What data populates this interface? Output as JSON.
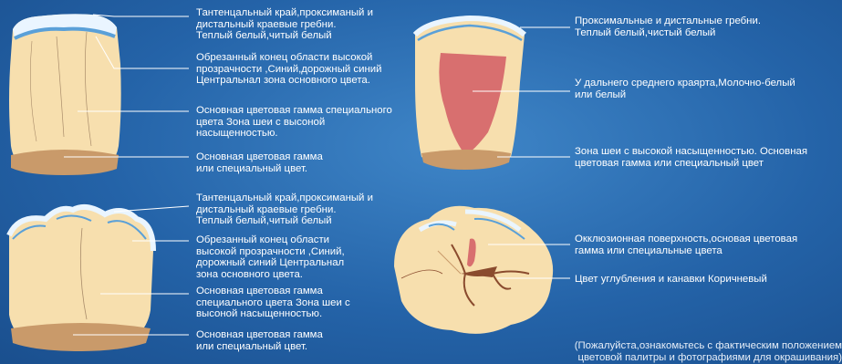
{
  "panel_tl": {
    "label_1": [
      "Тантенцальный край,проксиманый и",
      "дистальный краевые гребни.",
      "Теплый белый,читый белый"
    ],
    "label_2": [
      "Обрезанный конец области высокой",
      "прозрачности ,Синий,дорожный синий",
      "Центральнал зона основного цвета."
    ],
    "label_3": [
      "Основная цветовая гамма специального",
      "цвета Зона шеи с высоной",
      "насыщенностью."
    ],
    "label_4": [
      "Основная цветовая гамма",
      "или специальный цвет."
    ]
  },
  "panel_tr": {
    "label_1": [
      "Проксимальные и дистальные гребни.",
      "Теплый белый,чистый белый"
    ],
    "label_2": [
      "У дальнего среднего краярта,Молочно-белый",
      "или белый"
    ],
    "label_3": [
      "Зона шеи с высокой насыщенностью. Основная",
      "цветовая гамма или специальный цвет"
    ]
  },
  "panel_bl": {
    "label_1": [
      "Тантенцальный край,проксиманый и",
      "дистальный краевые гребни.",
      "Теплый белый,читый белый"
    ],
    "label_2": [
      "Обрезанный конец области",
      "высокой прозрачности ,Синий,",
      "дорожный синий Центральнал",
      "зона основного цвета."
    ],
    "label_3": [
      "Основная цветовая гамма",
      "специального цвета Зона шеи с",
      "высоной насыщенностью."
    ],
    "label_4": [
      "Основная цветовая гамма",
      "или специальный цвет."
    ]
  },
  "panel_br": {
    "label_1": [
      "Окклюзионная поверхность,основая цветовая",
      "гамма или специальные цвета"
    ],
    "label_2": [
      "Цвет углубления и канавки Коричневый"
    ]
  },
  "footnote": [
    "(Пожалуйста,ознакомьтесь с фактическим положением",
    "цветовой палитры и фотографиями для окрашивания)"
  ],
  "colors": {
    "background": "#2463a8",
    "tooth_base": "#f7dfae",
    "incisal_edge": "#e8f4ff",
    "translucent_blue": "#5aa0d8",
    "cervical": "#c99a6a",
    "mamelon_pink": "#d86f6f",
    "groove_brown": "#8a4b2e"
  }
}
